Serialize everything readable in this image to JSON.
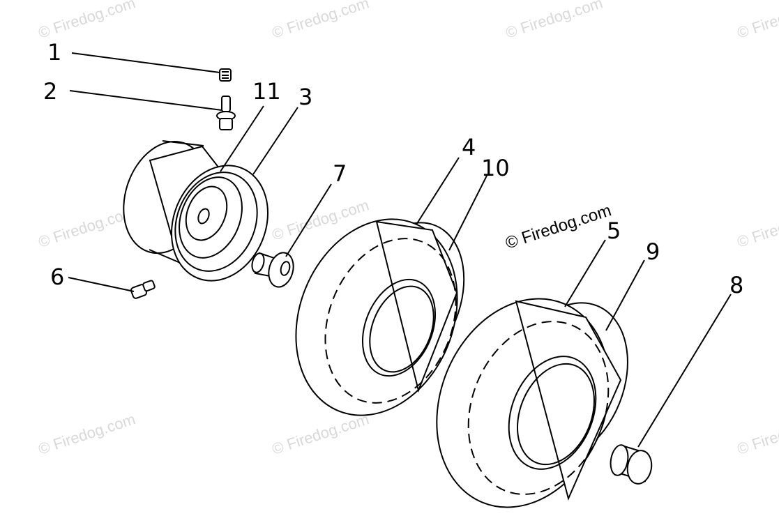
{
  "watermark": "© Firedog.com",
  "callouts": {
    "c1": "1",
    "c2": "2",
    "c3": "3",
    "c4": "4",
    "c5": "5",
    "c6": "6",
    "c7": "7",
    "c8": "8",
    "c9": "9",
    "c10": "10",
    "c11": "11"
  }
}
